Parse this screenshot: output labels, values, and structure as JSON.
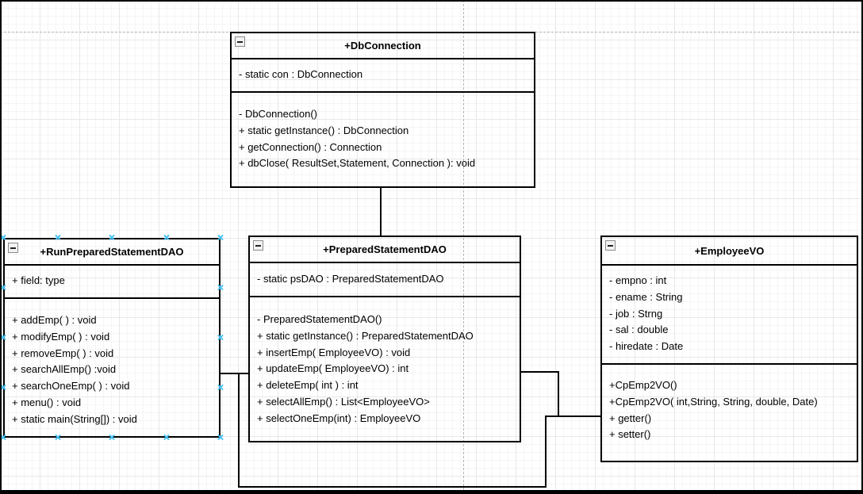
{
  "canvas": {
    "background": "#ffffff",
    "grid_minor_color": "#f5f5f5",
    "grid_major_color": "#e8e8e8",
    "page_break_color": "#b5b5b5",
    "stroke_color": "#000000",
    "connection_point_color": "#49c3f5"
  },
  "classes": [
    {
      "name": "DbConnection",
      "title": "+DbConnection",
      "attributes": [
        "- static con : DbConnection"
      ],
      "methods": [
        "- DbConnection()",
        "+ static getInstance() : DbConnection",
        "+ getConnection() : Connection",
        "+ dbClose( ResultSet,Statement, Connection ): void"
      ]
    },
    {
      "name": "RunPreparedStatementDAO",
      "title": "+RunPreparedStatementDAO",
      "selected": true,
      "attributes": [
        "+ field: type"
      ],
      "methods": [
        "+ addEmp( ) : void",
        "+ modifyEmp( ) : void",
        "+ removeEmp( ) : void",
        "+ searchAllEmp() :void",
        "+ searchOneEmp( ) : void",
        "+ menu() : void",
        "+ static main(String[]) : void"
      ]
    },
    {
      "name": "PreparedStatementDAO",
      "title": "+PreparedStatementDAO",
      "attributes": [
        "- static psDAO : PreparedStatementDAO"
      ],
      "methods": [
        "- PreparedStatementDAO()",
        "+ static getInstance() : PreparedStatementDAO",
        "+ insertEmp( EmployeeVO) : void",
        "+ updateEmp( EmployeeVO) : int",
        "+ deleteEmp( int ) : int",
        "+ selectAllEmp() : List<EmployeeVO>",
        "+ selectOneEmp(int) : EmployeeVO"
      ]
    },
    {
      "name": "EmployeeVO",
      "title": "+EmployeeVO",
      "attributes": [
        "- empno : int",
        "- ename : String",
        "- job : Strng",
        "- sal : double",
        "- hiredate : Date"
      ],
      "methods": [
        "+CpEmp2VO()",
        "+CpEmp2VO( int,String, String, double, Date)",
        "+ getter()",
        "+ setter()"
      ]
    }
  ]
}
